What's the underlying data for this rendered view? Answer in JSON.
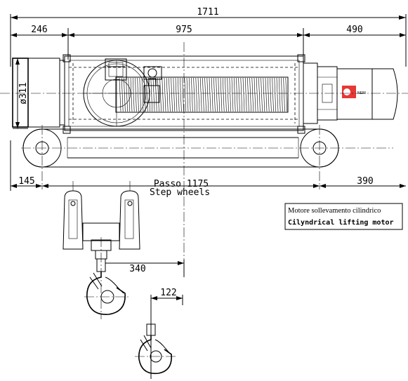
{
  "dimensions": {
    "overall_length": "1711",
    "left_overhang": "246",
    "drum_length": "975",
    "motor_length": "490",
    "drum_diameter": "ø311",
    "left_wheel_offset": "145",
    "right_wheel_offset": "390",
    "hook_offset": "340",
    "hook_width": "122"
  },
  "labels": {
    "wheelbase_it": "Passo 1175",
    "wheelbase_en": "Step wheels",
    "motor_brand": "NERI"
  },
  "note": {
    "line_it": "Motore sollevamento cilindrico",
    "line_en": "Cilyndrical lifting motor"
  }
}
